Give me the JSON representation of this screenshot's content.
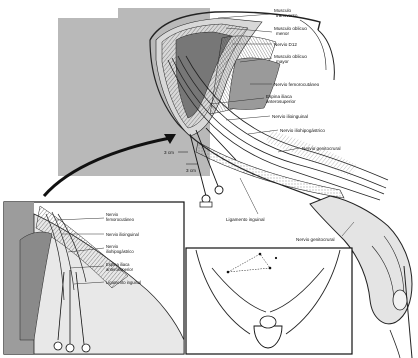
{
  "main_labels": {
    "musculo_transverso": [
      "Musculo",
      "transverso"
    ],
    "musculo_obliquo_menor": [
      "Musculo oblicuo",
      "menor"
    ],
    "nervio_d12": "Nervio D12",
    "musculo_obliquo_mayor": [
      "Musculo oblicuo",
      "mayor"
    ],
    "nervio_femorocutaneo": "Nervio femorocutáneo",
    "espina_iliaca": [
      "Espina iliaca",
      "anterosuperior"
    ],
    "nervio_ilioinguinal": "Nervio ilioinguinal",
    "nervio_iliohipogastrico": "Nervio iliohipogástrico",
    "nervio_genitocrural": "Nervio genitocrural",
    "ligamento_inguinal": "Ligamento inguinal",
    "nervio_genitocrural_2": "Nervio genitocrural"
  },
  "dimensions": {
    "top": "3 cm",
    "bottom": "3 cm"
  },
  "inset_labels": {
    "nervio_femorocutaneo": [
      "Nervio",
      "femorocutáneo"
    ],
    "nervio_ilioinguinal": "Nervio ilioinguinal",
    "nervio_iliohipogastrico": [
      "Nervio",
      "iliohipogástrico"
    ],
    "espina_iliaca": [
      "Espina iliaca",
      "anterosuperior"
    ],
    "ligamento_inguinal": "Ligamento inguinal"
  }
}
